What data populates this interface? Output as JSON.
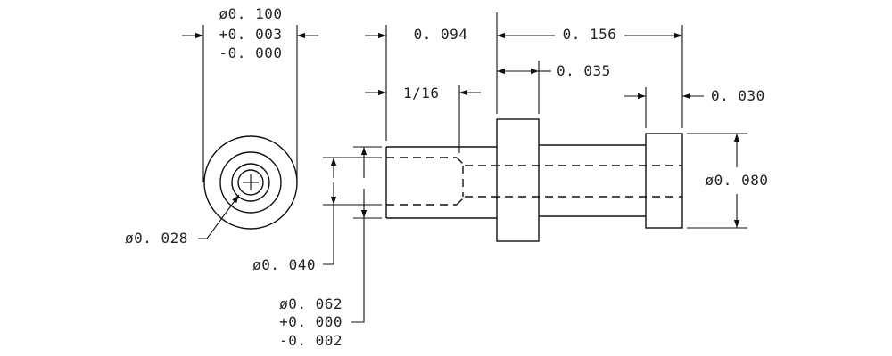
{
  "drawing": {
    "line_color": "#111111",
    "background": "#ffffff",
    "labels": {
      "dia_100": "ø0. 100",
      "tol_plus_003": "+0. 003",
      "tol_minus_000": "-0. 000",
      "len_094": "0. 094",
      "len_156": "0. 156",
      "len_035": "0. 035",
      "len_1_16": "1/16",
      "len_030": "0. 030",
      "dia_080": "ø0. 080",
      "dia_028": "ø0. 028",
      "dia_040": "ø0. 040",
      "dia_062": "ø0. 062",
      "tol_plus_000": "+0. 000",
      "tol_minus_002": "-0. 002"
    }
  }
}
